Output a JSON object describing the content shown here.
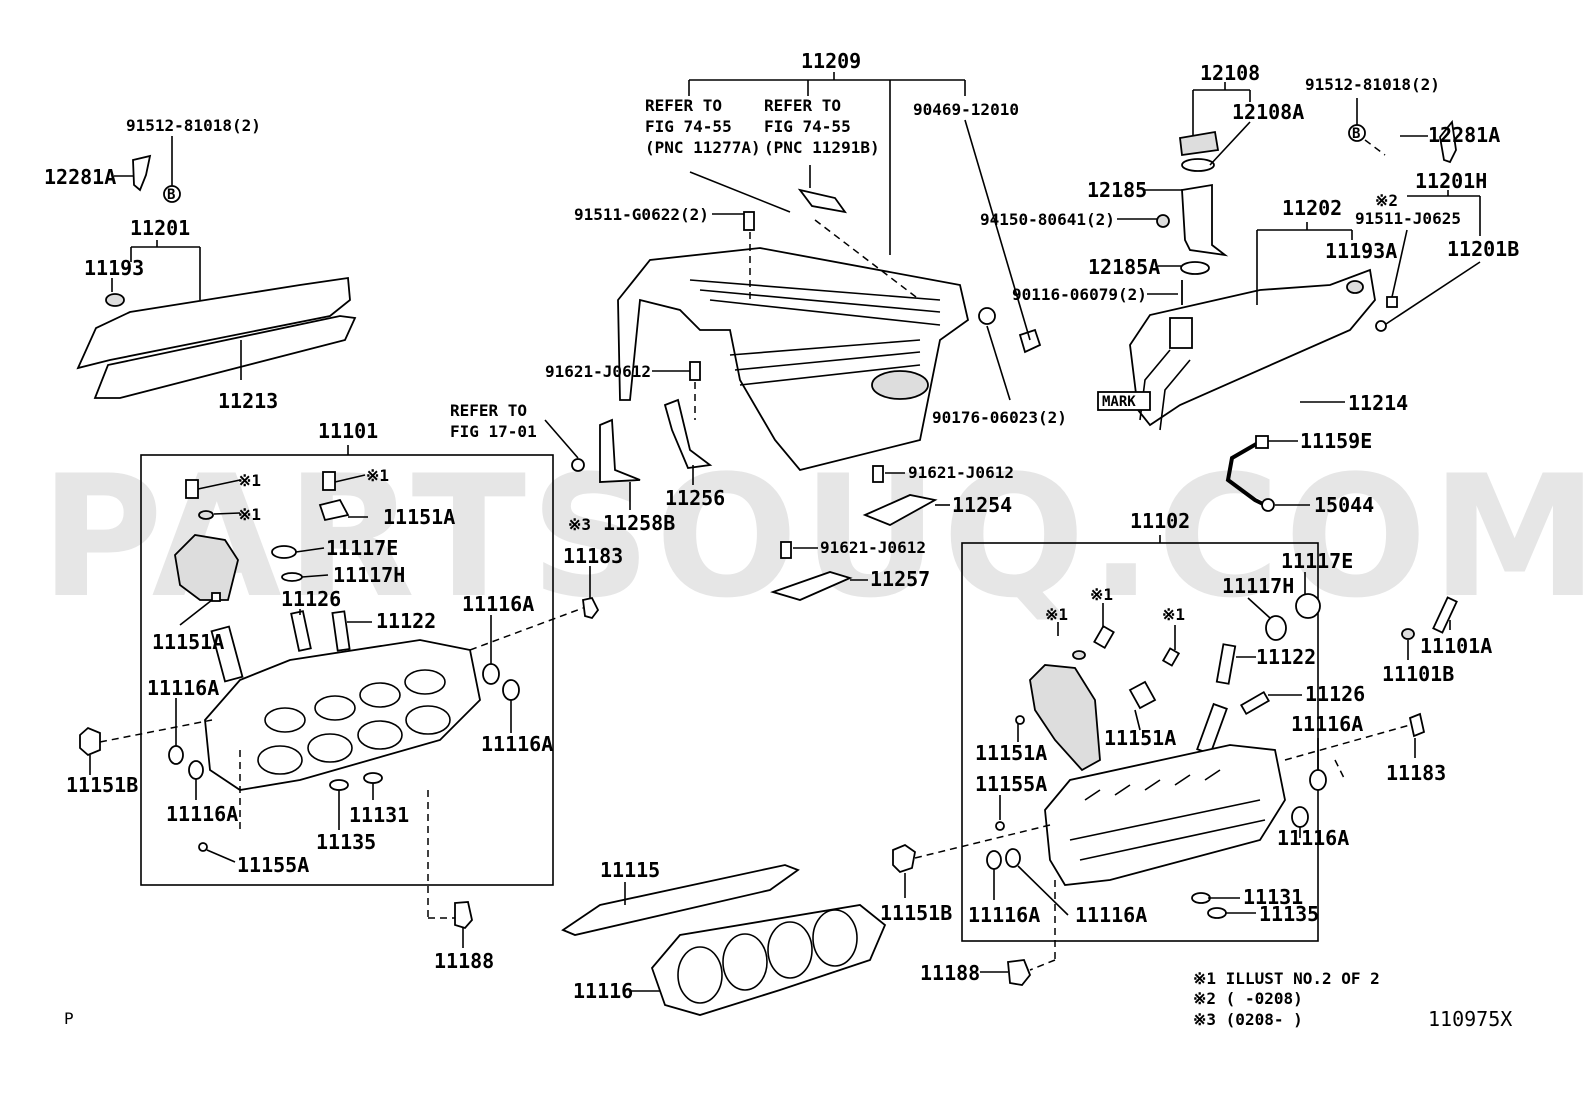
{
  "watermark": "PARTSOUQ.COM",
  "corner_mark": "P",
  "figure_code": "110975X",
  "groups": {
    "cover": "11209",
    "head_cover_left": "11201",
    "head_cover_right": "11201H",
    "head_left": "11101",
    "head_right": "11102",
    "oil_cap": "12108",
    "cover_right_bracket": "11202"
  },
  "refers": {
    "fig_74_55_a": [
      "REFER TO",
      "FIG 74-55",
      "(PNC 11277A)"
    ],
    "fig_74_55_b": [
      "REFER TO",
      "FIG 74-55",
      "(PNC 11291B)"
    ],
    "fig_17_01": [
      "REFER TO",
      "FIG 17-01"
    ]
  },
  "labels": {
    "p12281a_l": "12281A",
    "p91512_l": "91512-81018(2)",
    "p11193": "11193",
    "p11213": "11213",
    "p91511_g": "91511-G0622(2)",
    "p91621_a": "91621-J0612",
    "p90469": "90469-12010",
    "p90176": "90176-06023(2)",
    "p11256": "11256",
    "p11258b": "11258B",
    "p91621_b": "91621-J0612",
    "p11254": "11254",
    "p91621_c": "91621-J0612",
    "p11257": "11257",
    "p12108a": "12108A",
    "p12185": "12185",
    "p94150": "94150-80641(2)",
    "p12185a": "12185A",
    "p90116": "90116-06079(2)",
    "p91512_r": "91512-81018(2)",
    "p12281a_r": "12281A",
    "p91511_j": "91511-J0625",
    "p11201b": "11201B",
    "p11193a": "11193A",
    "p11214": "11214",
    "mark": "MARK",
    "p11159e": "11159E",
    "p15044": "15044",
    "l_11151a_a": "11151A",
    "l_11117e": "11117E",
    "l_11117h": "11117H",
    "l_11126": "11126",
    "l_11122": "11122",
    "l_11151a_b": "11151A",
    "l_11116a_a": "11116A",
    "l_11116a_b": "11116A",
    "l_11116a_c": "11116A",
    "l_11116a_d": "11116A",
    "l_11151b": "11151B",
    "l_11131": "11131",
    "l_11135": "11135",
    "l_11155a": "11155A",
    "p11183_l": "11183",
    "p11188_l": "11188",
    "p11115": "11115",
    "p11116": "11116",
    "r_11117e": "11117E",
    "r_11117h": "11117H",
    "r_11122": "11122",
    "r_11126": "11126",
    "r_11151a_a": "11151A",
    "r_11151a_b": "11151A",
    "r_11155a": "11155A",
    "r_11116a_a": "11116A",
    "r_11116a_b": "11116A",
    "r_11116a_c": "11116A",
    "r_11116a_d": "11116A",
    "r_11131": "11131",
    "r_11135": "11135",
    "r_11151b": "11151B",
    "p11188_r": "11188",
    "p11101a": "11101A",
    "p11101b": "11101B",
    "p11183_r": "11183"
  },
  "marks": {
    "m1": "※1",
    "m2": "※2",
    "m3": "※3",
    "b": "B"
  },
  "footnotes": [
    "※1 ILLUST NO.2 OF 2",
    "※2 (     -0208)",
    "※3 (0208-     )"
  ]
}
